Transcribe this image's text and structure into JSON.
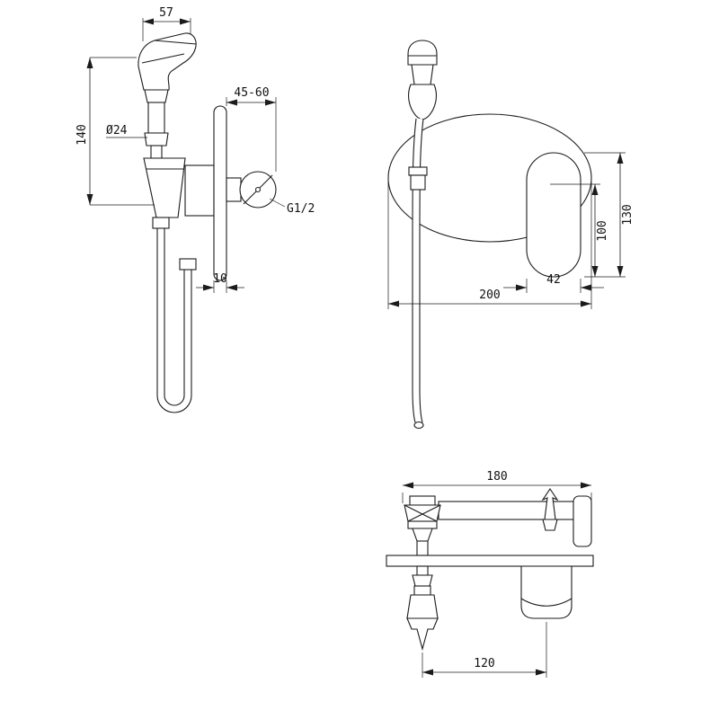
{
  "views": {
    "side": {
      "dim_head_width": "57",
      "dim_height": "140",
      "dim_diameter": "Ø24",
      "dim_wall_depth": "45-60",
      "label_thread": "G1/2",
      "dim_plate_thickness": "10"
    },
    "front": {
      "dim_handle_height": "130",
      "dim_handle_offset": "100",
      "dim_handle_width": "42",
      "dim_plate_width": "200"
    },
    "top": {
      "dim_overall_width": "180",
      "dim_hole_spacing": "120"
    }
  }
}
